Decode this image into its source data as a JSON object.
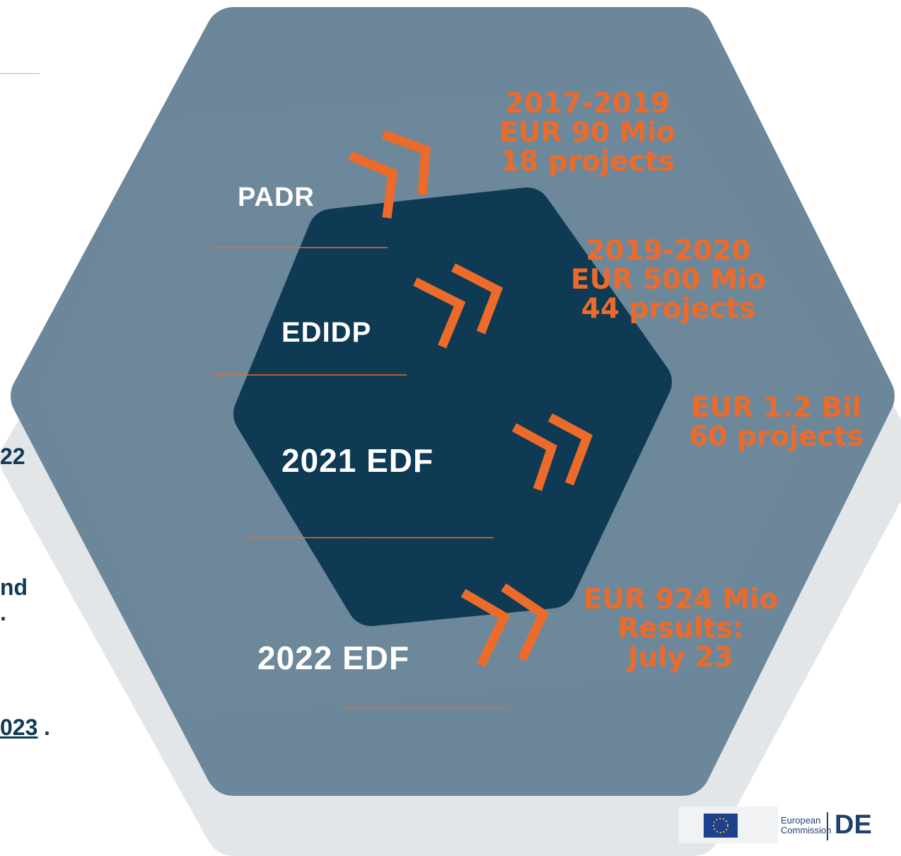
{
  "colors": {
    "outer_hexagon": "#6c8799",
    "inner_hexagon": "#0e3a54",
    "accent_orange": "#ec6b2a",
    "label_white": "#ffffff"
  },
  "programmes": [
    {
      "label": "PADR",
      "stat_lines": [
        "2017-2019",
        "EUR 90 Mio",
        "18 projects"
      ]
    },
    {
      "label": "EDIDP",
      "stat_lines": [
        "2019-2020",
        "EUR 500 Mio",
        "44 projects"
      ]
    },
    {
      "label": "2021 EDF",
      "stat_lines": [
        "EUR 1.2 Bil",
        "60 projects"
      ]
    },
    {
      "label": "2022 EDF",
      "stat_lines": [
        "EUR 924 Mio",
        "Results:",
        "July 23"
      ]
    }
  ],
  "left_text_fragments": [
    "22",
    "nd",
    ".",
    "023",
    "."
  ],
  "footer": {
    "logo_line1": "European",
    "logo_line2": "Commission",
    "dg_abbrev": "DE"
  }
}
